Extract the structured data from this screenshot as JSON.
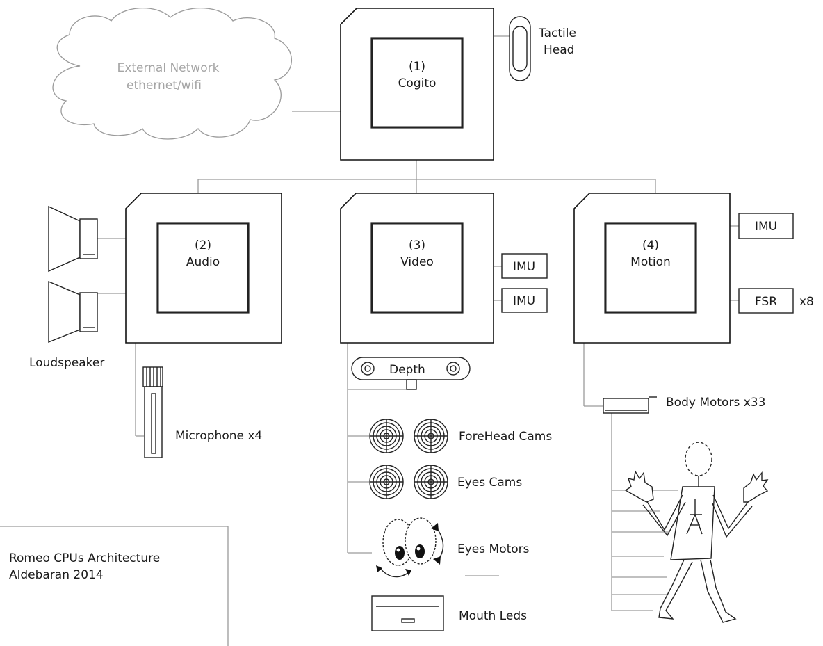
{
  "network": {
    "line1": "External Network",
    "line2": "ethernet/wifi"
  },
  "cpus": [
    {
      "number": "(1)",
      "name": "Cogito"
    },
    {
      "number": "(2)",
      "name": "Audio"
    },
    {
      "number": "(3)",
      "name": "Video"
    },
    {
      "number": "(4)",
      "name": "Motion"
    }
  ],
  "peripherals": {
    "tactile_line1": "Tactile",
    "tactile_line2": "Head",
    "loudspeaker": "Loudspeaker",
    "microphone": "Microphone x4",
    "imu": "IMU",
    "fsr": "FSR",
    "fsr_count": "x8",
    "depth": "Depth",
    "forehead_cams": "ForeHead Cams",
    "eyes_cams": "Eyes Cams",
    "eyes_motors": "Eyes Motors",
    "mouth_leds": "Mouth Leds",
    "body_motors": "Body Motors x33"
  },
  "caption": {
    "line1": "Romeo CPUs Architecture",
    "line2": "Aldebaran 2014"
  }
}
